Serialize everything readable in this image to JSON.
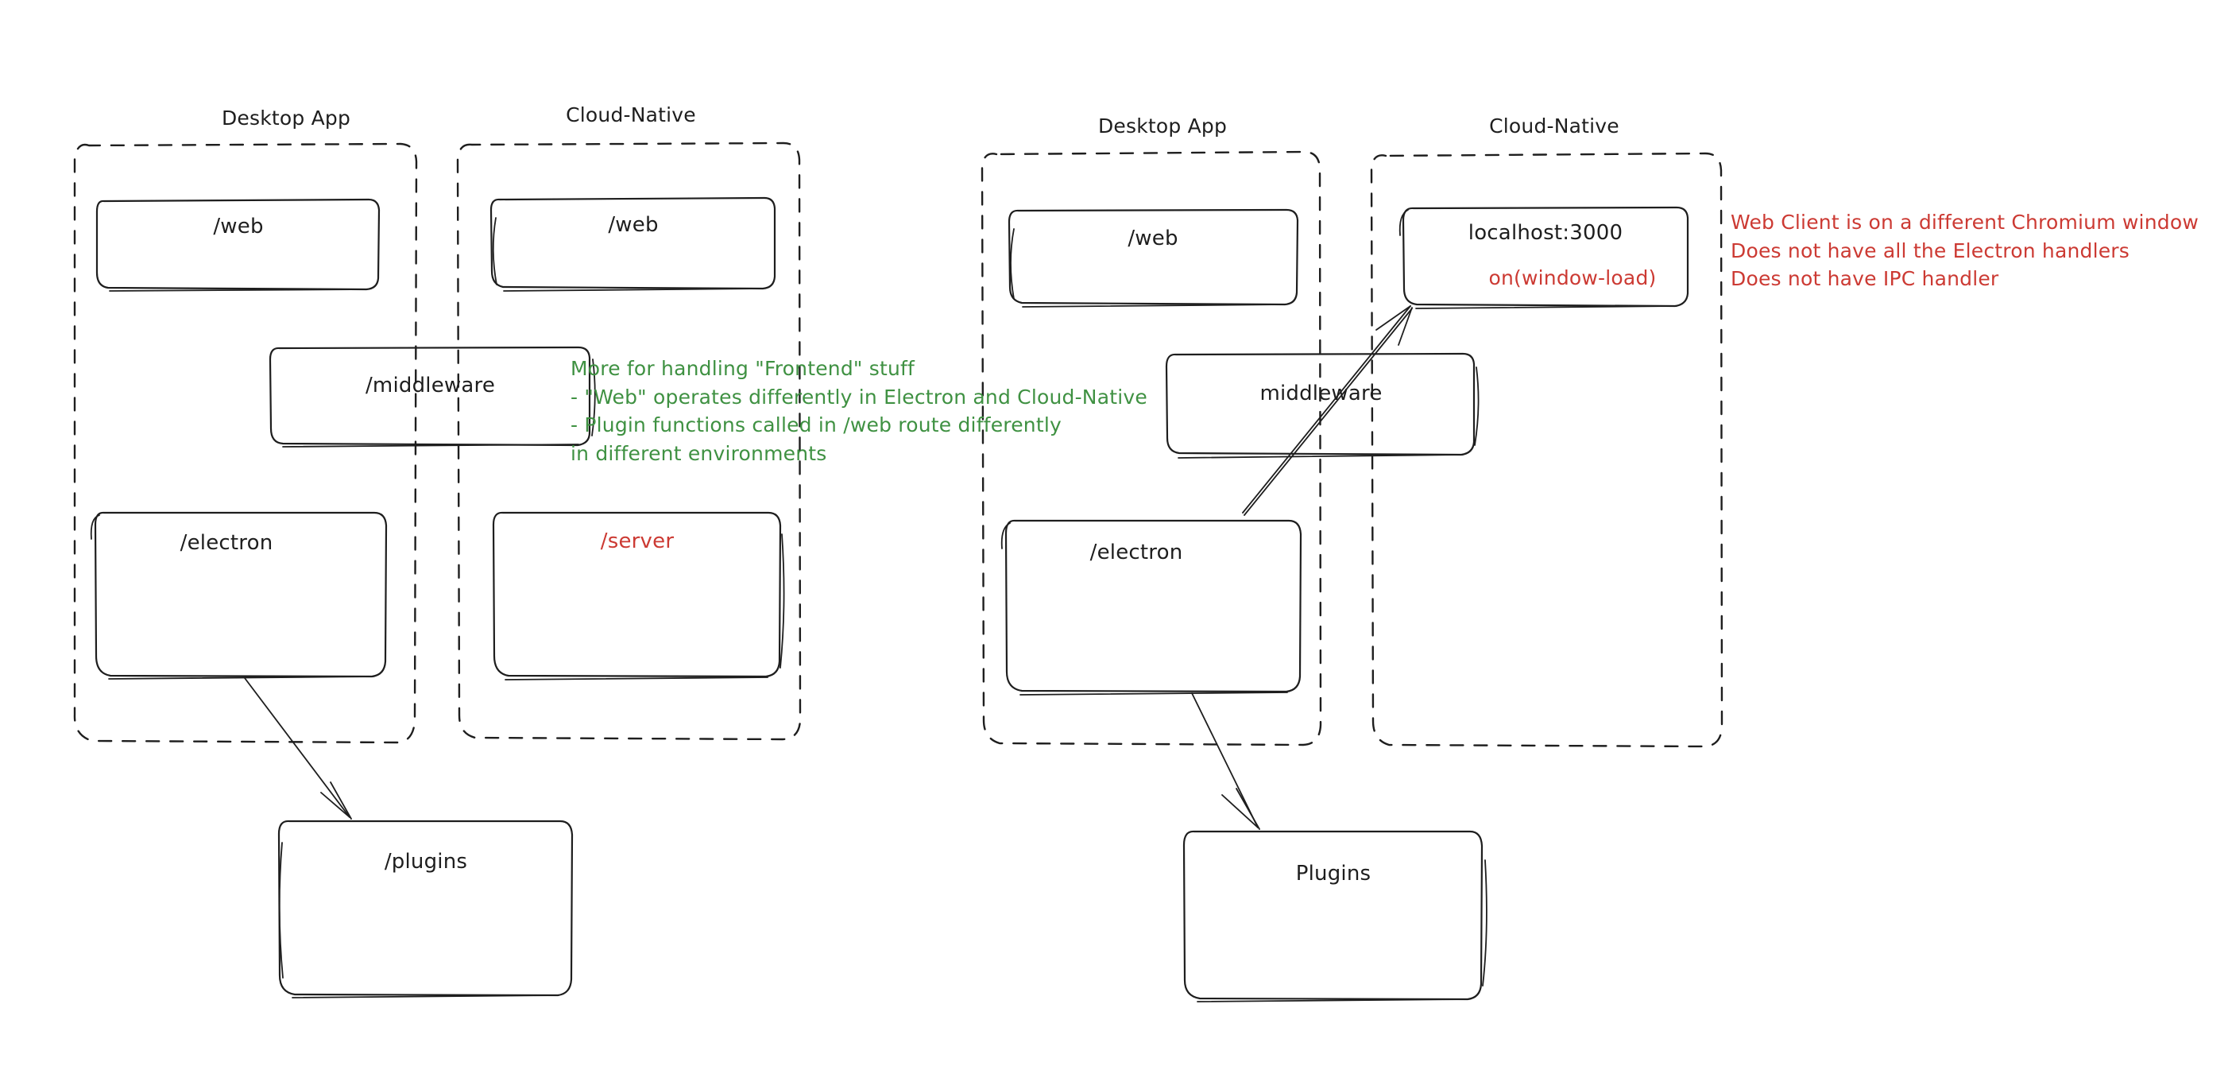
{
  "diagram": {
    "title": "Desktop App vs Cloud-Native architecture sketch",
    "style": "hand-drawn",
    "colors": {
      "ink": "#1e1e1e",
      "green": "#3f9142",
      "red": "#cc3a33",
      "background": "#ffffff"
    }
  },
  "left_diagram": {
    "groups": [
      {
        "title": "Desktop App"
      },
      {
        "title": "Cloud-Native"
      }
    ],
    "nodes": [
      {
        "label": "/web",
        "color": "#1e1e1e"
      },
      {
        "label": "/web",
        "color": "#1e1e1e"
      },
      {
        "label": "/middleware",
        "color": "#1e1e1e"
      },
      {
        "label": "/electron",
        "color": "#1e1e1e"
      },
      {
        "label": "/server",
        "color": "#cc3a33"
      },
      {
        "label": "/plugins",
        "color": "#1e1e1e"
      }
    ],
    "note_green": "More for handling \"Frontend\" stuff\n- \"Web\" operates differently in Electron and Cloud-Native\n- Plugin functions called in /web route differently\nin different environments"
  },
  "right_diagram": {
    "groups": [
      {
        "title": "Desktop App"
      },
      {
        "title": "Cloud-Native"
      }
    ],
    "nodes": [
      {
        "label": "/web",
        "color": "#1e1e1e"
      },
      {
        "label": "localhost:3000",
        "color": "#1e1e1e"
      },
      {
        "label": "on(window-load)",
        "color": "#cc3a33"
      },
      {
        "label": "middleware",
        "color": "#1e1e1e"
      },
      {
        "label": "/electron",
        "color": "#1e1e1e"
      },
      {
        "label": "Plugins",
        "color": "#1e1e1e"
      }
    ],
    "note_red": "Web Client is on a different Chromium window\nDoes not have all the Electron handlers\nDoes not have IPC handler"
  }
}
